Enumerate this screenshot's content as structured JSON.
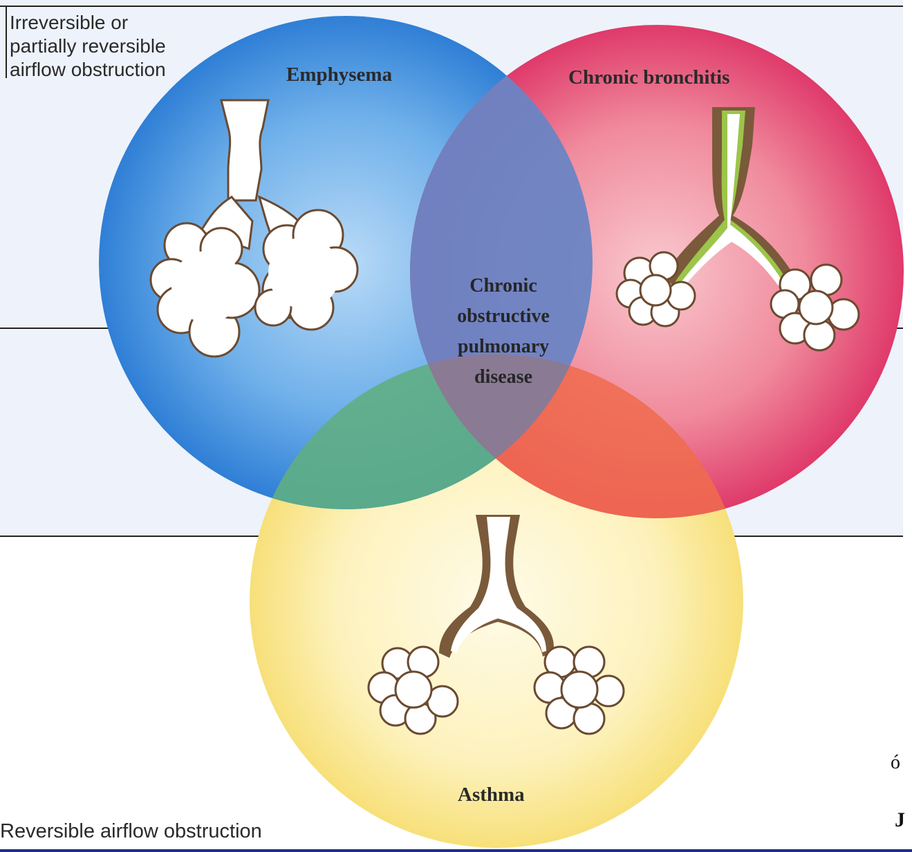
{
  "regions": {
    "top_label_line1": "Irreversible or",
    "top_label_line2": "partially reversible",
    "top_label_line3": "airflow obstruction",
    "bottom_label": "Reversible airflow obstruction"
  },
  "circles": {
    "emphysema": "Emphysema",
    "chronic_bronchitis": "Chronic bronchitis",
    "asthma": "Asthma"
  },
  "center": {
    "line1": "Chronic",
    "line2": "obstructive",
    "line3": "pulmonary",
    "line4": "disease"
  },
  "colors": {
    "emphysema": "#2f7fd6",
    "chronic_bronchitis": "#e0406e",
    "asthma": "#f7e27a",
    "overlap_center": "#7f7fa0",
    "mucus": "#9cc54a",
    "airway_wall": "#7a5a3a"
  },
  "edge_marks": {
    "mark1": "ó",
    "mark2": "J"
  }
}
